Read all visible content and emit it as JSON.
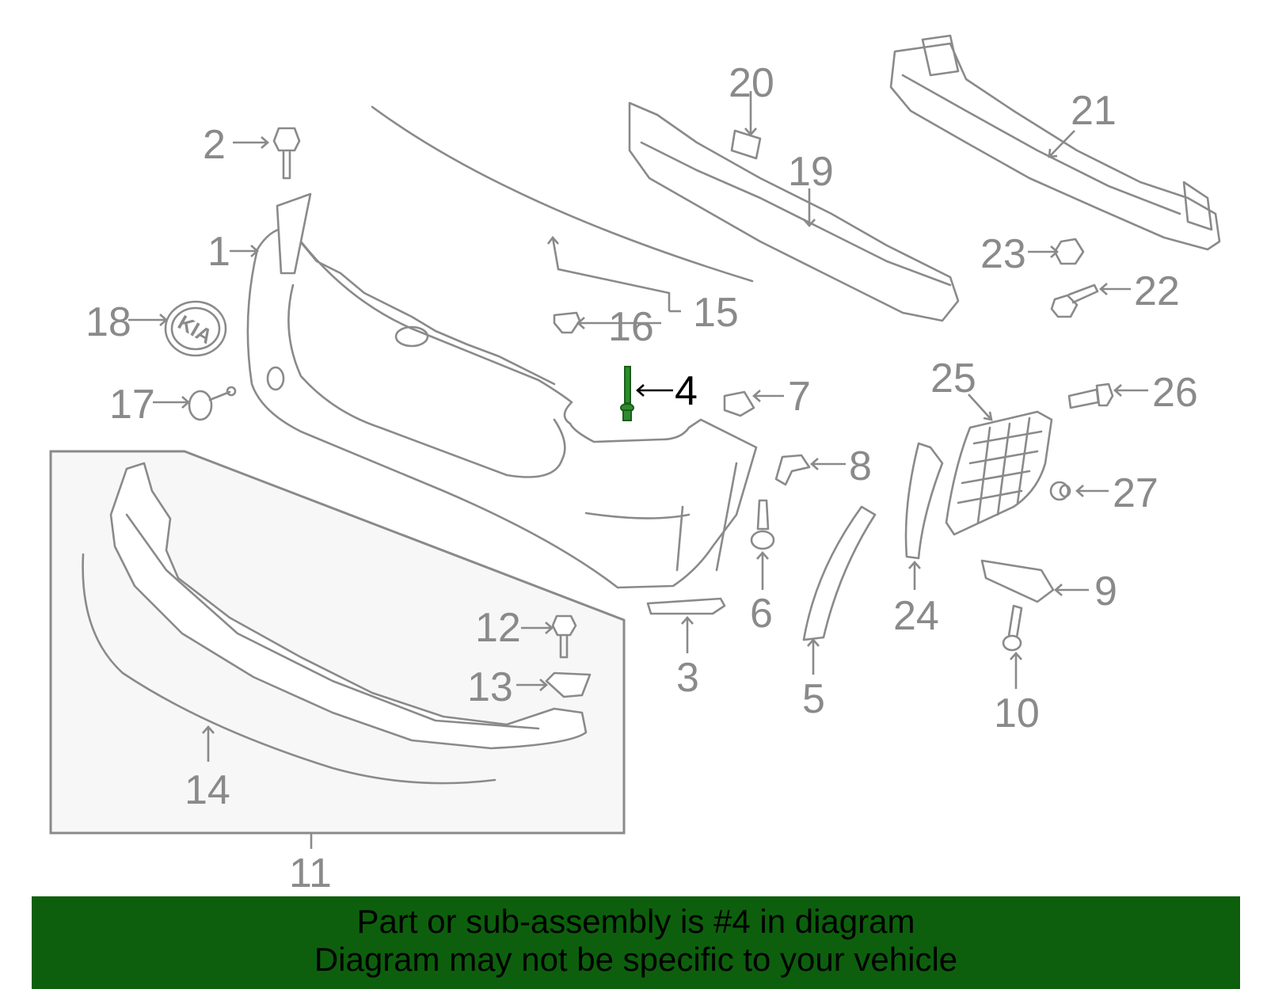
{
  "diagram": {
    "highlight_color": "#2e8b2e",
    "banner_color": "#0d5f0d",
    "callouts": [
      {
        "id": "1",
        "label": "1"
      },
      {
        "id": "2",
        "label": "2"
      },
      {
        "id": "3",
        "label": "3"
      },
      {
        "id": "4",
        "label": "4"
      },
      {
        "id": "5",
        "label": "5"
      },
      {
        "id": "6",
        "label": "6"
      },
      {
        "id": "7",
        "label": "7"
      },
      {
        "id": "8",
        "label": "8"
      },
      {
        "id": "9",
        "label": "9"
      },
      {
        "id": "10",
        "label": "10"
      },
      {
        "id": "11",
        "label": "11"
      },
      {
        "id": "12",
        "label": "12"
      },
      {
        "id": "13",
        "label": "13"
      },
      {
        "id": "14",
        "label": "14"
      },
      {
        "id": "15",
        "label": "15"
      },
      {
        "id": "16",
        "label": "16"
      },
      {
        "id": "17",
        "label": "17"
      },
      {
        "id": "18",
        "label": "18"
      },
      {
        "id": "19",
        "label": "19"
      },
      {
        "id": "20",
        "label": "20"
      },
      {
        "id": "21",
        "label": "21"
      },
      {
        "id": "22",
        "label": "22"
      },
      {
        "id": "23",
        "label": "23"
      },
      {
        "id": "24",
        "label": "24"
      },
      {
        "id": "25",
        "label": "25"
      },
      {
        "id": "26",
        "label": "26"
      },
      {
        "id": "27",
        "label": "27"
      }
    ],
    "highlighted_part": "4",
    "emblem_text": "KIA"
  },
  "banner": {
    "line1": "Part or sub-assembly is #4 in diagram",
    "line2": "Diagram may not be specific to your vehicle"
  }
}
